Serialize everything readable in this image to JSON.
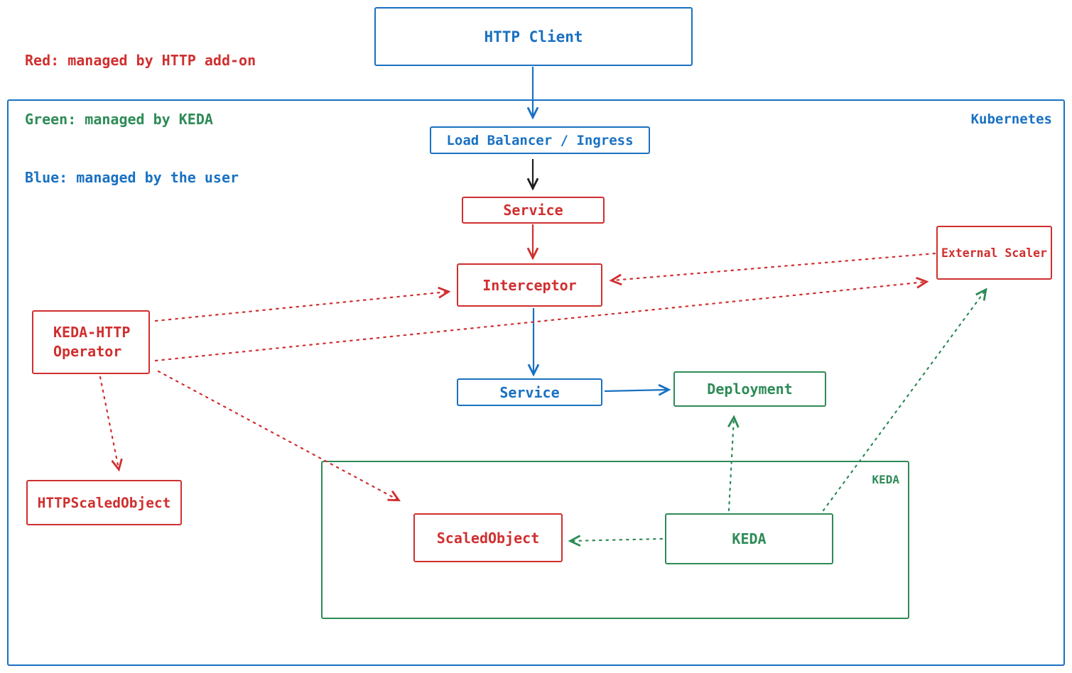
{
  "legend": {
    "red": "Red: managed by HTTP add-on",
    "green": "Green: managed by KEDA",
    "blue": "Blue: managed by the user"
  },
  "containers": {
    "kubernetes": {
      "label": "Kubernetes"
    },
    "keda": {
      "label": "KEDA"
    }
  },
  "nodes": {
    "http_client": {
      "label": "HTTP Client"
    },
    "load_balancer": {
      "label": "Load Balancer / Ingress"
    },
    "service_front": {
      "label": "Service"
    },
    "interceptor": {
      "label": "Interceptor"
    },
    "service_app": {
      "label": "Service"
    },
    "deployment": {
      "label": "Deployment"
    },
    "keda_http_operator": {
      "line1": "KEDA-HTTP",
      "line2": "Operator"
    },
    "httpscaledobject": {
      "label": "HTTPScaledObject"
    },
    "external_scaler": {
      "label": "External Scaler"
    },
    "scaledobject": {
      "label": "ScaledObject"
    },
    "keda": {
      "label": "KEDA"
    }
  },
  "colors": {
    "red": "#d02f2f",
    "green": "#2e8b57",
    "blue": "#1971c2",
    "black": "#1e1e1e"
  },
  "edges": [
    {
      "from": "http-client",
      "to": "load-balancer",
      "style": "solid",
      "color": "blue"
    },
    {
      "from": "load-balancer",
      "to": "service-front",
      "style": "solid",
      "color": "black"
    },
    {
      "from": "service-front",
      "to": "interceptor",
      "style": "solid",
      "color": "red"
    },
    {
      "from": "interceptor",
      "to": "service-app",
      "style": "solid",
      "color": "blue"
    },
    {
      "from": "service-app",
      "to": "deployment",
      "style": "solid",
      "color": "blue"
    },
    {
      "from": "keda-http-operator",
      "to": "interceptor",
      "style": "dotted",
      "color": "red"
    },
    {
      "from": "keda-http-operator",
      "to": "external-scaler",
      "style": "dotted",
      "color": "red"
    },
    {
      "from": "external-scaler",
      "to": "interceptor",
      "style": "dotted",
      "color": "red"
    },
    {
      "from": "keda-http-operator",
      "to": "httpscaledobject",
      "style": "dotted",
      "color": "red"
    },
    {
      "from": "keda-http-operator",
      "to": "scaledobject",
      "style": "dotted",
      "color": "red"
    },
    {
      "from": "keda",
      "to": "scaledobject",
      "style": "dotted",
      "color": "green"
    },
    {
      "from": "keda",
      "to": "deployment",
      "style": "dotted",
      "color": "green"
    },
    {
      "from": "keda",
      "to": "external-scaler",
      "style": "dotted",
      "color": "green"
    }
  ]
}
